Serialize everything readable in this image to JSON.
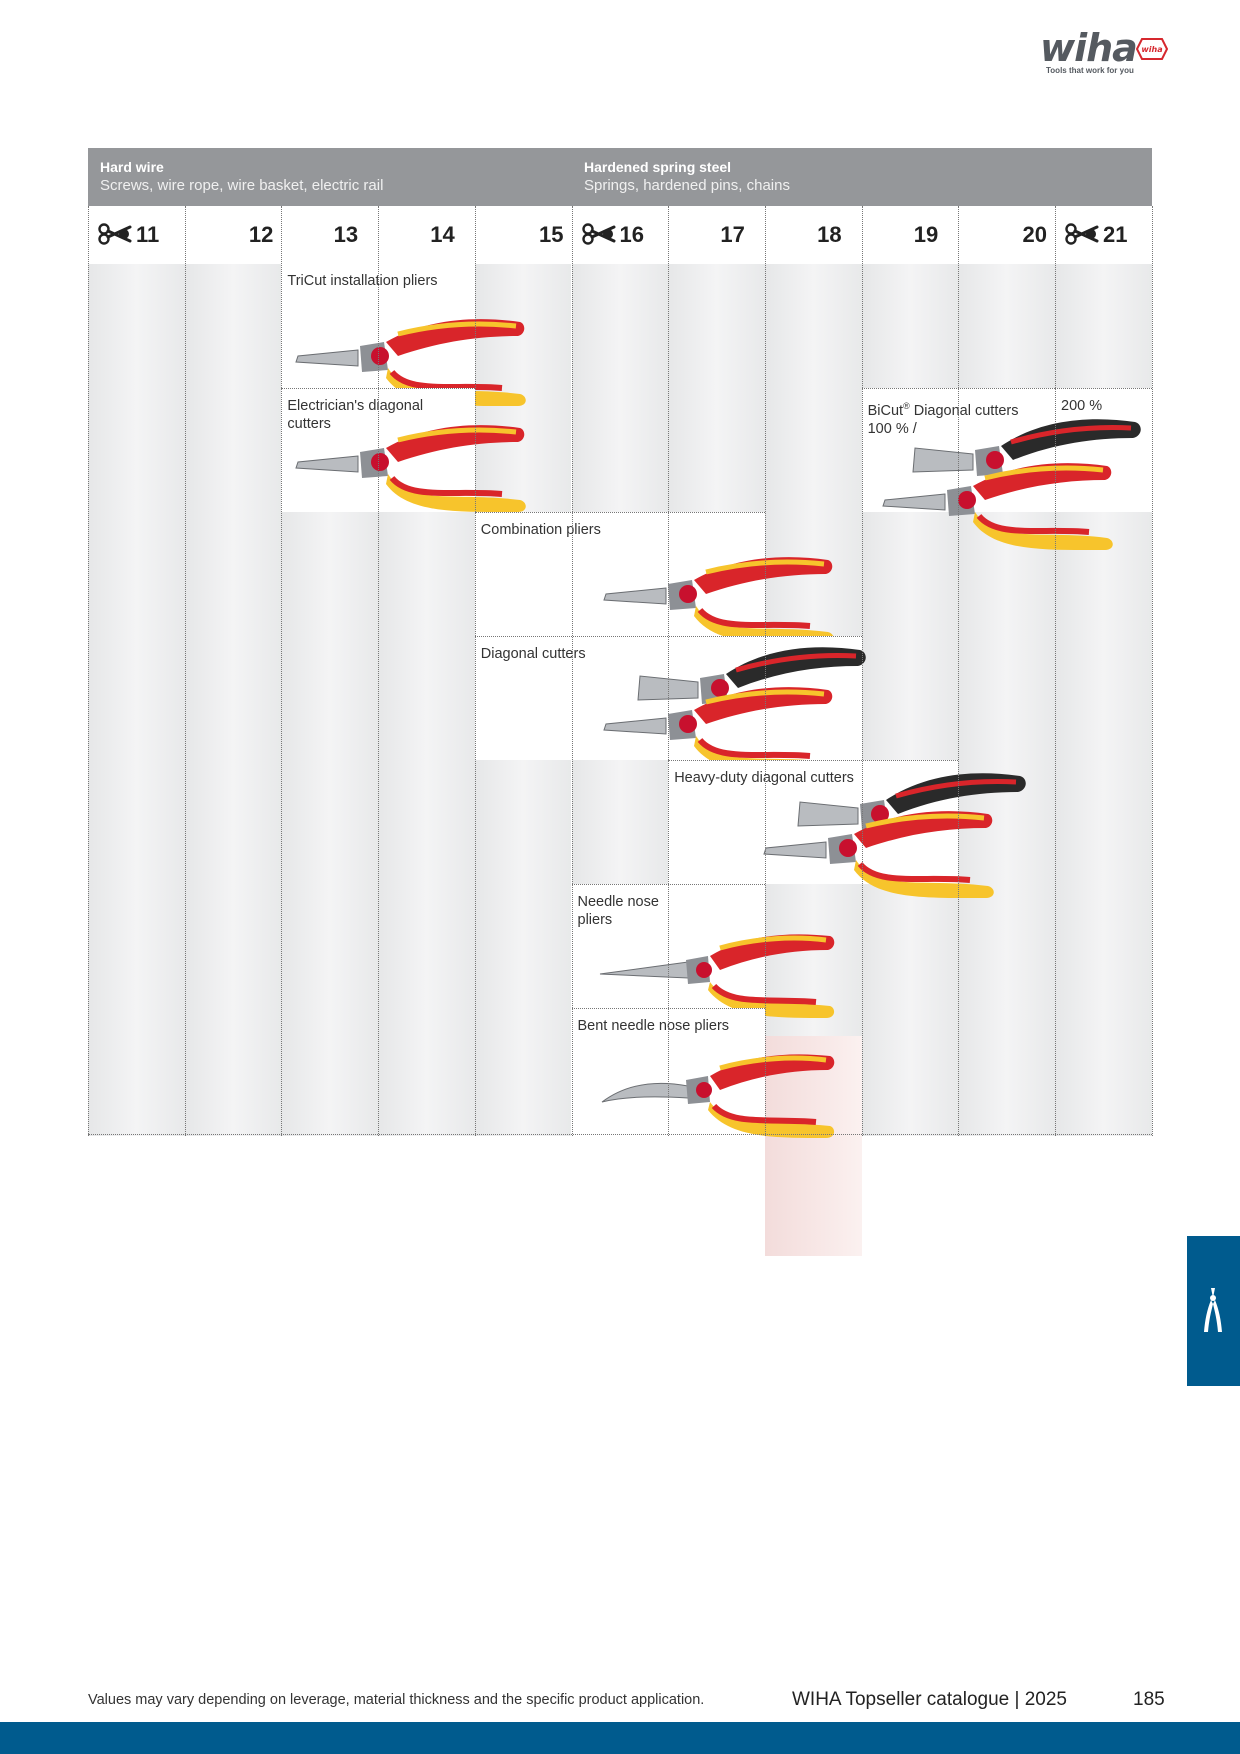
{
  "brand": {
    "name": "wiha",
    "tagline": "Tools that work for you",
    "badge_text": "wiha",
    "badge_color": "#d6282e"
  },
  "header": {
    "hard_wire": {
      "title": "Hard wire",
      "subtitle": "Screws, wire rope, wire basket, electric rail"
    },
    "spring_steel": {
      "title": "Hardened spring steel",
      "subtitle": "Springs, hardened pins, chains"
    }
  },
  "columns": [
    "11",
    "12",
    "13",
    "14",
    "15",
    "16",
    "17",
    "18",
    "19",
    "20",
    "21"
  ],
  "products": {
    "tricut": "TriCut installation pliers",
    "electrician": "Electrician's diagonal cutters",
    "bicut": "BiCut",
    "bicut_reg": "®",
    "bicut_rest": " Diagonal cutters",
    "bicut_100": "100 % /",
    "bicut_200": "200 %",
    "combination": "Combination pliers",
    "diagonal": "Diagonal cutters",
    "heavy_duty": "Heavy-duty diagonal cutters",
    "needle": "Needle nose pliers",
    "bent_needle": "Bent needle nose pliers"
  },
  "footer": {
    "note": "Values may vary depending on leverage, material thickness and the specific product application.",
    "catalogue": "WIHA Topseller catalogue | 2025",
    "page": "185"
  },
  "colors": {
    "accent_blue": "#005b8e",
    "header_grey": "#95979a",
    "handle_red": "#d9252a",
    "handle_yellow": "#f7c42c"
  }
}
